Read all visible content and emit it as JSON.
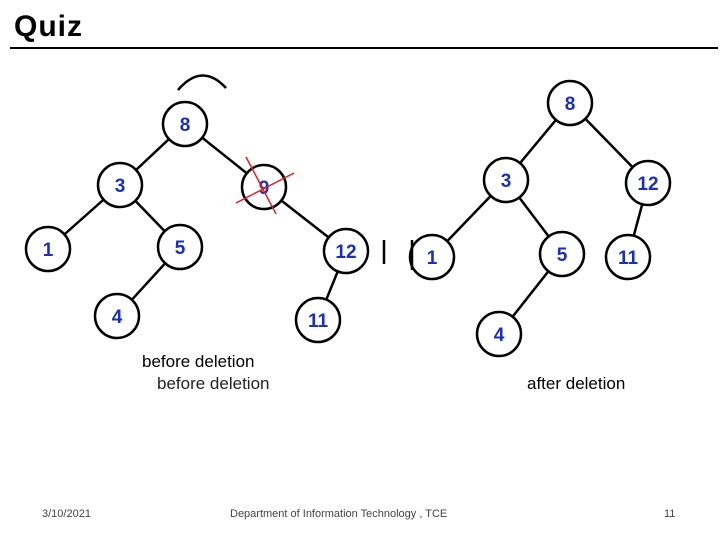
{
  "slide": {
    "title": "Quiz"
  },
  "before_tree": {
    "caption": "before deletion",
    "caption_echo": "before deletion",
    "nodes": [
      {
        "id": "b8",
        "label": "8"
      },
      {
        "id": "b3",
        "label": "3"
      },
      {
        "id": "b9",
        "label": "9"
      },
      {
        "id": "b1",
        "label": "1"
      },
      {
        "id": "b5",
        "label": "5"
      },
      {
        "id": "b12",
        "label": "12"
      },
      {
        "id": "b4",
        "label": "4"
      },
      {
        "id": "b11",
        "label": "11"
      }
    ],
    "edges": [
      [
        "b8",
        "b3"
      ],
      [
        "b8",
        "b9"
      ],
      [
        "b3",
        "b1"
      ],
      [
        "b3",
        "b5"
      ],
      [
        "b9",
        "b12"
      ],
      [
        "b5",
        "b4"
      ],
      [
        "b12",
        "b11"
      ]
    ],
    "crossed_node": "b9"
  },
  "after_tree": {
    "caption": "after deletion",
    "nodes": [
      {
        "id": "a8",
        "label": "8"
      },
      {
        "id": "a3",
        "label": "3"
      },
      {
        "id": "a12",
        "label": "12"
      },
      {
        "id": "a1",
        "label": "1"
      },
      {
        "id": "a5",
        "label": "5"
      },
      {
        "id": "a11",
        "label": "11"
      },
      {
        "id": "a4",
        "label": "4"
      }
    ],
    "edges": [
      [
        "a8",
        "a3"
      ],
      [
        "a8",
        "a12"
      ],
      [
        "a3",
        "a1"
      ],
      [
        "a3",
        "a5"
      ],
      [
        "a12",
        "a11"
      ],
      [
        "a5",
        "a4"
      ]
    ]
  },
  "colors": {
    "node_text": "#1a2fbf",
    "cross": "#e02020",
    "stroke": "#000000"
  },
  "footer": {
    "date": "3/10/2021",
    "department": "Department of Information Technology , TCE",
    "page": "11"
  }
}
